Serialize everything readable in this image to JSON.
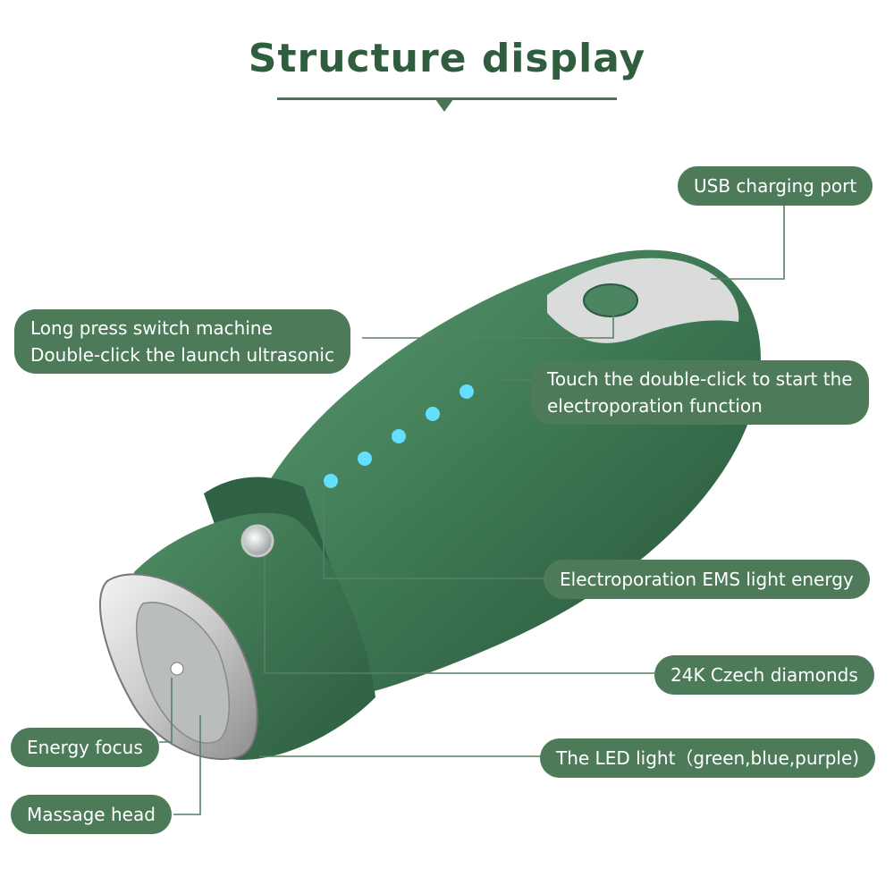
{
  "title": "Structure display",
  "labels": {
    "usb": "USB charging port",
    "switch_line1": "Long press switch machine",
    "switch_line2": "Double-click the launch ultrasonic",
    "touch_line1": "Touch the double-click to start the",
    "touch_line2": "electroporation function",
    "ems": "Electroporation EMS light energy",
    "diamonds": "24K Czech diamonds",
    "energy_focus": "Energy focus",
    "led": "The LED light（green,blue,purple)",
    "massage_head": "Massage head"
  },
  "colors": {
    "title": "#2f5e3e",
    "label_bg": "#4d7b5a",
    "device_green": "#3f7a55",
    "led_blue": "#63e0ff"
  },
  "indicator_led_count": 5
}
